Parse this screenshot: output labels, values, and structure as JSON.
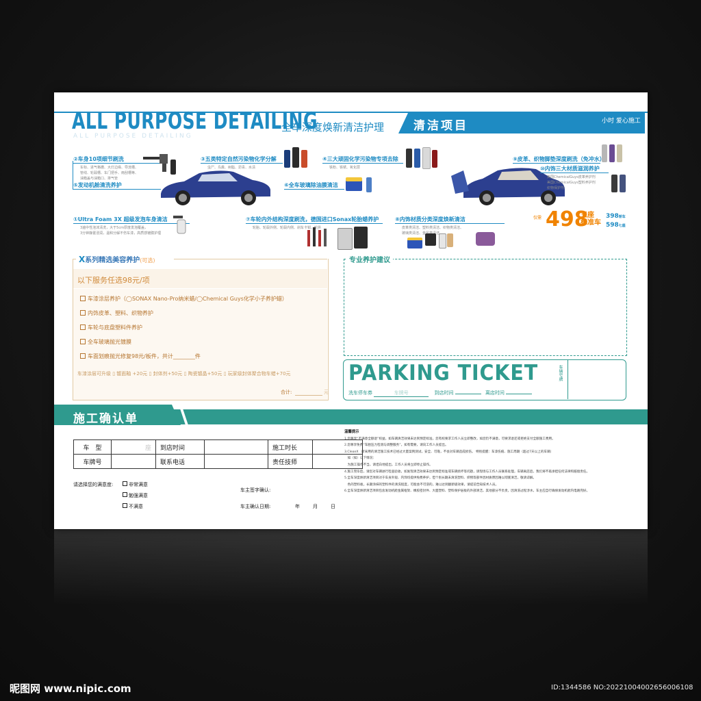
{
  "header": {
    "title": "ALL PURPOSE DETAILING",
    "subtitle": "全车深度焕新清洁护理",
    "ghost": "ALL PURPOSE DETAILING",
    "tab": "清洁项目",
    "logo": "小时 爱心施工"
  },
  "items": [
    {
      "label": "②车身10项细节刷洗",
      "desc": [
        "车标、进气格栅、大灯边缘、导流槽、",
        "管线、轮毂槽、车门把手、雨刮槽等、",
        "油箱盖与油箱口、排气管"
      ]
    },
    {
      "label": "③五类特定自然污染物化学分解",
      "desc": [
        "虫尸、鸟粪、树脂、沥青、水渍"
      ]
    },
    {
      "label": "④三大顽固化学污染物专项去除",
      "desc": [
        "铁粉、铁锈、氧化层"
      ]
    },
    {
      "label": "⑤发动机舱清洗养护",
      "desc": []
    },
    {
      "label": "⑥全车玻璃除油膜清洁",
      "desc": []
    },
    {
      "label": "①Ultra Foam 3X 超级发泡车身清洁",
      "desc": [
        "3遍中性泡沫清洗，大于5cm厚度发泡覆盖，",
        "3分钟静置浸润，温和分解不伤车漆，高质感镀膜护理"
      ]
    },
    {
      "label": "⑦车轮内外结构深度刷洗，德国进口Sonax轮胎蜡养护",
      "desc": [
        "轮胎、轮毂外侧、轮毂内侧、刹车卡钳、轮拱"
      ]
    },
    {
      "label": "⑧内饰材质分类深度焕新清洁",
      "desc": [
        "皮革类清洁、塑料类清洁、织物类清洁、",
        "玻璃类清洁、金属类清洁"
      ]
    },
    {
      "label": "⑨皮革、织物脚垫深度刷洗（免冲水）",
      "desc": []
    },
    {
      "label": "⑩内饰三大材质滋润养护",
      "desc": [
        "真皮",
        "美国ChemicalGuys皮革养护剂",
        "塑料",
        "美国ChemicalGuys塑料养护剂",
        "织物",
        "织物保护剂"
      ]
    }
  ],
  "price": {
    "small_label": "仅需",
    "big": "498",
    "seat_line1": "五座",
    "seat_line2": "标准车",
    "alt1": "398",
    "alt1_unit": "轿车",
    "alt2": "598",
    "alt2_unit": "七座"
  },
  "x_series": {
    "title": "系列精选美容养护",
    "title_optional": "(可选)",
    "band": "以下服务任选98元/项",
    "rows": [
      "车漆涂层养护（◯SONAX Nano-Pro纳米蜡/◯Chemical Guys化学小子养护蜡）",
      "内饰皮革、塑料、织物养护",
      "车轮与底盘塑料件养护",
      "全车玻璃抛光镀膜",
      "车面划痕抛光修复98元/板件，共计________件"
    ],
    "upgrade": "车漆涂层可升级 ▯ 镀面釉 +20元    ▯ 封体剂+50元    ▯ 陶瓷镀晶+50元    ▯ 玩家级封体聚合物车蜡+70元",
    "total_label": "合计:",
    "total_unit": "元"
  },
  "advice": {
    "title": "专业养护建议"
  },
  "ticket": {
    "title": "PARKING TICKET",
    "side": "车辆号牌",
    "f1": "洗车停车券",
    "plate": "车牌号",
    "f2": "到店时间",
    "f3": "离店时间"
  },
  "confirm": {
    "title": "施工确认单",
    "table": {
      "r1": [
        "车　型",
        "座",
        "到店时间",
        "",
        "施工时长",
        ""
      ],
      "r2": [
        "车牌号",
        "",
        "联系电话",
        "",
        "责任技师",
        ""
      ]
    },
    "satisfaction_label": "请选择您的满意度:",
    "opt1": "非常满意",
    "opt2": "勉强满意",
    "opt3": "不满意",
    "sign_label": "车主签字确认:",
    "date_label": "车主确认日期:",
    "year": "年",
    "month": "月",
    "day": "日"
  },
  "notes": {
    "title": "温馨提示",
    "lines": [
      "1.您尊享“不满意全额退”权益，如车辆清洁效果未达到预定标准，您有权要求工作人员立即整改，如您仍不满意，可要求退还或拒绝支付全额施工费用。",
      "2.您尊享免费“车胎压力检测与调整服务”，如有需要，请向工作人员提出。",
      "3.CleanX　所采用的清洁施工技术已经过大量案例测试，安全、可靠，不会对车辆造成损伤。 特别提醒：车漆伤痕、施工周期（超过7天以上的车辆）",
      "　如（如）以下情况：",
      "　为施工操作不当，请坦白地提出，工作人员将立即停止操作。",
      "4.施工完毕后，请您对车辆进行检查验收，如发现清洁效果未达到预定标准或车辆损坏等问题，请现场与工作人员联系处理，车辆离店后，我们将不再承担任何法律和赔偿责任。",
      "5.全车深度焕新清洁项目对于车身外观、内饰均提供免费养护，但个别长期未清洗塑料、织物等部件因材质原因难以彻底清洁，敬请谅解。",
      "　色的塑料板，长期涂抹的塑料件的清洗程度，可能会不可逆的，难以达到翻新级效果，请提前告知技术人员。",
      "6.全车深度焕新清洁项目包含发动机舱金属框架、橡胶密封件、大面塑料、塑料保护层板的外部清洁，其他部分不负责，因清洗过程涉水，车主应自行确保发动机舱内电路完好。"
    ]
  },
  "watermark": {
    "left": "昵图网 www.nipic.com",
    "right": "ID:1344586 NO:20221004002656006108"
  }
}
